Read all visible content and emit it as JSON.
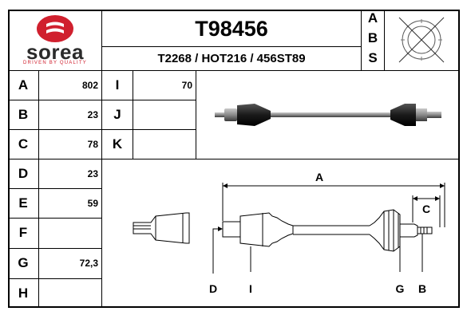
{
  "brand": {
    "name": "sorea",
    "tagline": "DRIVEN BY QUALITY",
    "color": "#d0202e"
  },
  "header": {
    "part_number": "T98456",
    "cross_refs": "T2268 / HOT216 / 456ST89",
    "abs_letters": [
      "A",
      "B",
      "S"
    ]
  },
  "dimensions_left": [
    {
      "label": "A",
      "value": "802"
    },
    {
      "label": "B",
      "value": "23"
    },
    {
      "label": "C",
      "value": "78"
    },
    {
      "label": "D",
      "value": "23"
    },
    {
      "label": "E",
      "value": "59"
    },
    {
      "label": "F",
      "value": ""
    },
    {
      "label": "G",
      "value": "72,3"
    },
    {
      "label": "H",
      "value": ""
    }
  ],
  "dimensions_right": [
    {
      "label": "I",
      "value": "70"
    },
    {
      "label": "J",
      "value": ""
    },
    {
      "label": "K",
      "value": ""
    }
  ],
  "diagram_labels": {
    "a": "A",
    "c": "C",
    "d": "D",
    "i": "I",
    "g": "G",
    "b": "B"
  },
  "icons": {
    "abs_ring": "abs-sensor-ring-crossed-icon"
  }
}
